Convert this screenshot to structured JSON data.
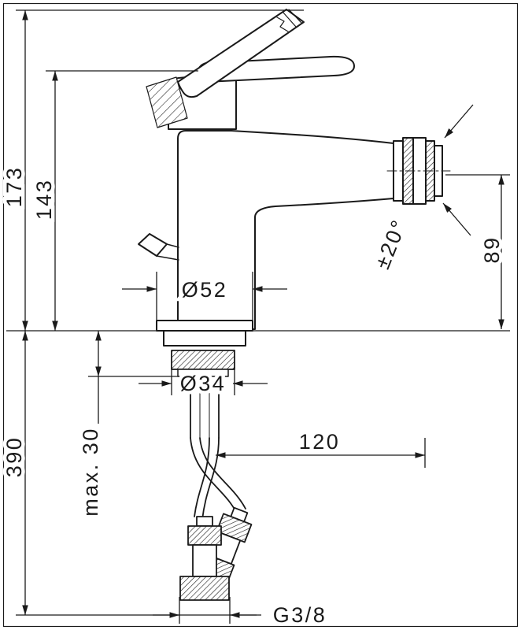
{
  "page": {
    "background": "#ffffff",
    "line_color": "#1a1a1a"
  },
  "drawing": {
    "subject": "single-lever bidet mixer, front elevation with mounting dimensions",
    "dimensions": {
      "total_height": "173",
      "height_to_handle": "143",
      "below_deck_length": "390",
      "max_deck_thickness": "max. 30",
      "base_diameter": "Ø52",
      "shank_diameter": "Ø34",
      "hose_offset": "120",
      "spout_height": "89",
      "spout_swivel": "±20°",
      "connection_thread": "G3/8"
    }
  }
}
